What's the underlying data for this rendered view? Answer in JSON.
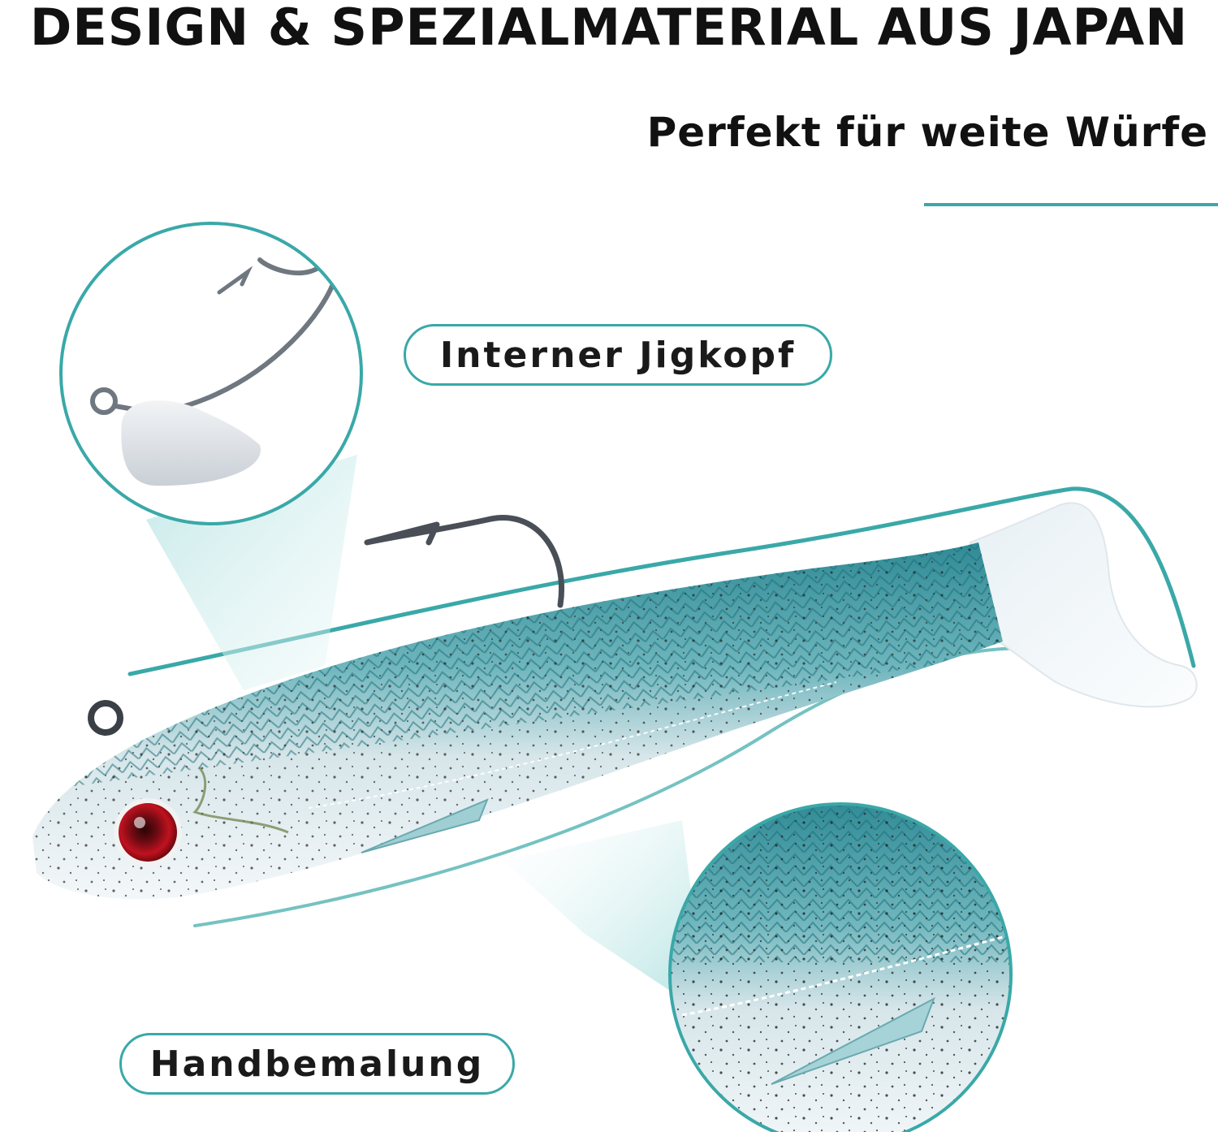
{
  "header": {
    "title": "DESIGN & SPEZIALMATERIAL AUS JAPAN",
    "subtitle": "Perfekt für weite Würfe"
  },
  "callouts": {
    "jighead": "Interner Jigkopf",
    "handpaint": "Handbemalung"
  },
  "colors": {
    "accent": "#3aa8a8",
    "lure_back": "#4fa3ad",
    "lure_belly": "#dfe9ee",
    "tail": "#eef3f6",
    "eye": "#b0101d",
    "text": "#111111"
  },
  "icons": {
    "jighead_zoom": "jighead-icon",
    "lure": "fish-lure-icon",
    "texture_zoom": "scale-texture-icon"
  }
}
